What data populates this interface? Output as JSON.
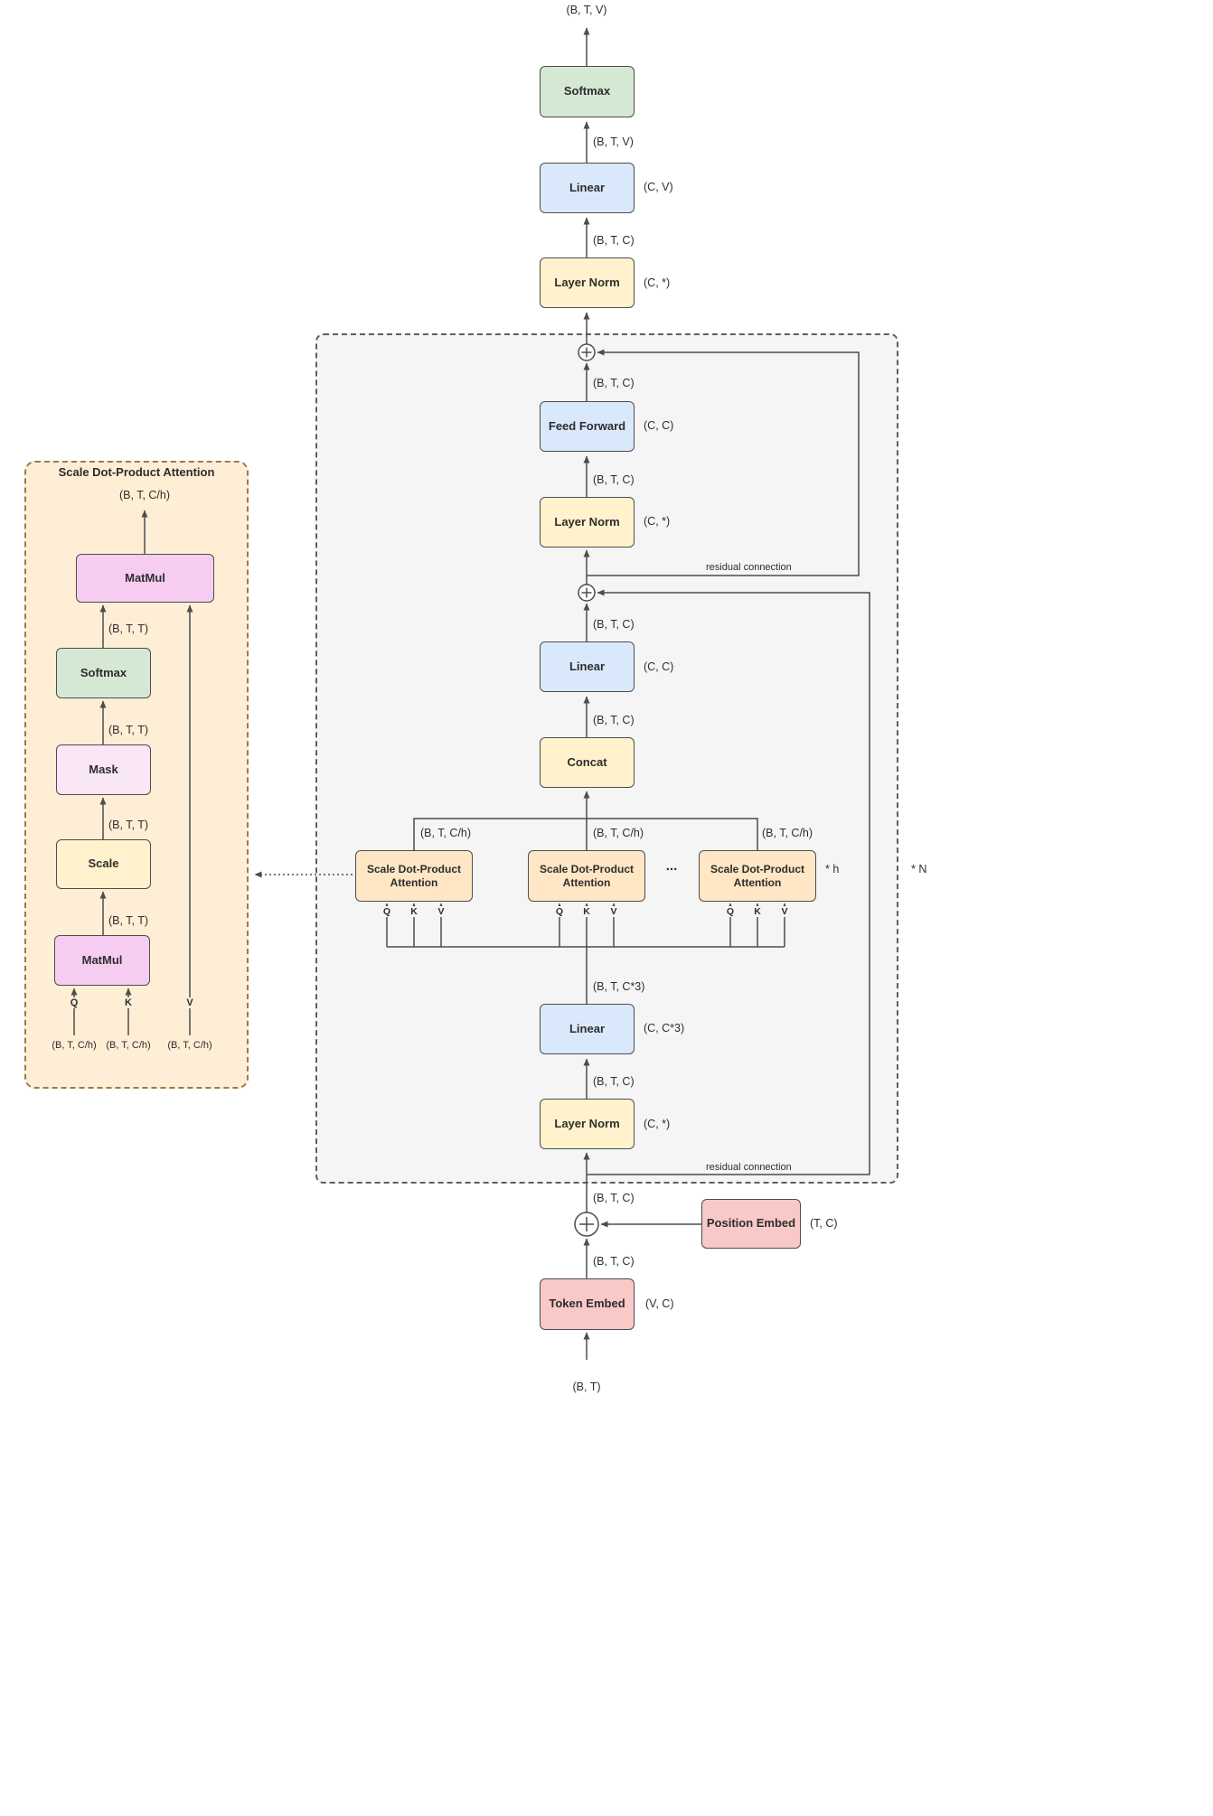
{
  "nodes": {
    "softmax": "Softmax",
    "linear": "Linear",
    "layer_norm": "Layer Norm",
    "feed_forward": "Feed Forward",
    "concat": "Concat",
    "attention": "Scale Dot-Product Attention",
    "matmul": "MatMul",
    "mask": "Mask",
    "scale": "Scale",
    "token_embed": "Token Embed",
    "position_embed": "Position Embed"
  },
  "tensor_shapes": {
    "bt": "(B, T)",
    "btc": "(B, T, C)",
    "btv": "(B, T, V)",
    "btt": "(B, T, T)",
    "btch": "(B, T, C/h)",
    "btc3": "(B, T, C*3)"
  },
  "weight_shapes": {
    "cv": "(C, V)",
    "c_any": "(C, *)",
    "cc": "(C, C)",
    "cc3": "(C, C*3)",
    "tc": "(T, C)",
    "vc": "(V, C)"
  },
  "annotations": {
    "residual": "residual connection",
    "repeat_heads": "* h",
    "repeat_layers": "* N",
    "ellipsis": "...",
    "q": "Q",
    "k": "K",
    "v": "V"
  },
  "palette": {
    "softmax_green": "#d5e8d4",
    "linear_blue": "#dae8fc",
    "norm_yellow": "#fff2cc",
    "matmul_pink": "#f6cdf0",
    "mask_pink": "#f9e6f7",
    "attention_tan": "#ffe6c4",
    "embed_red": "#f8c9c6",
    "block_fill": "#f5f5f5",
    "detail_fill": "#ffeed6"
  }
}
